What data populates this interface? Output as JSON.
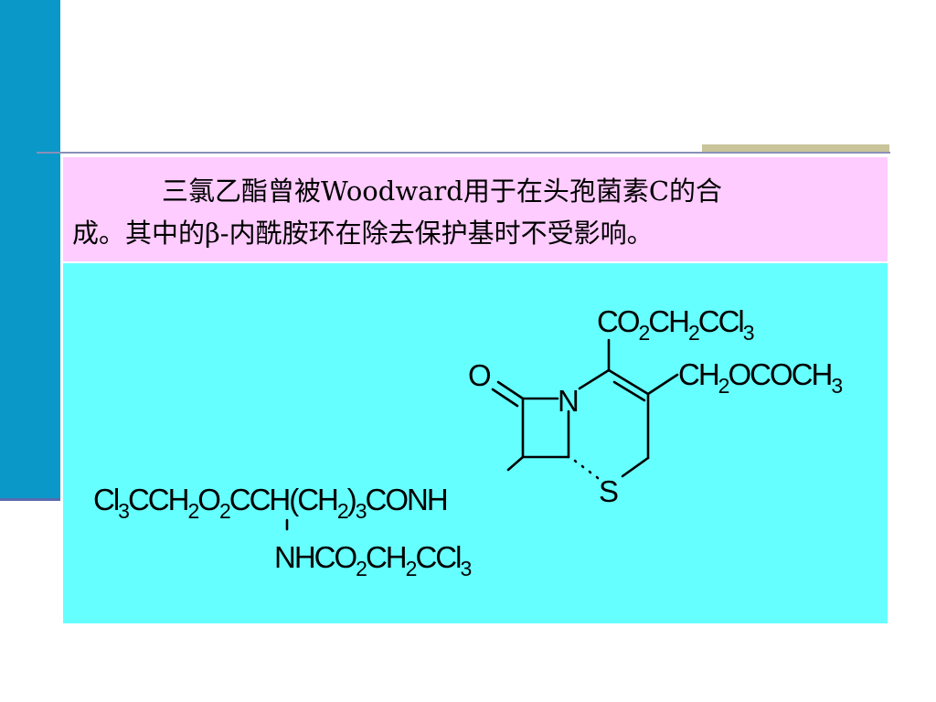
{
  "slide": {
    "text_line1": "三氯乙酯曾被Woodward用于在头孢菌素C的合",
    "text_line2": "成。其中的β-内酰胺环在除去保护基时不受影响。"
  },
  "molecule": {
    "top_group": {
      "a": "CO",
      "b": "2",
      "c": "CH",
      "d": "2",
      "e": "CCl",
      "f": "3"
    },
    "right_group": {
      "a": "CH",
      "b": "2",
      "c": "OCOCH",
      "d": "3"
    },
    "oxygen": "O",
    "nitrogen": "N",
    "sulfur": "S",
    "side_chain": {
      "a": "Cl",
      "b": "3",
      "c": "CCH",
      "d": "2",
      "e": "O",
      "f": "2",
      "g": "CCH(CH",
      "h": "2",
      "i": ")",
      "j": "3",
      "k": "CONH"
    },
    "lower_group": {
      "a": "NHCO",
      "b": "2",
      "c": "CH",
      "d": "2",
      "e": "CCl",
      "f": "3"
    }
  }
}
